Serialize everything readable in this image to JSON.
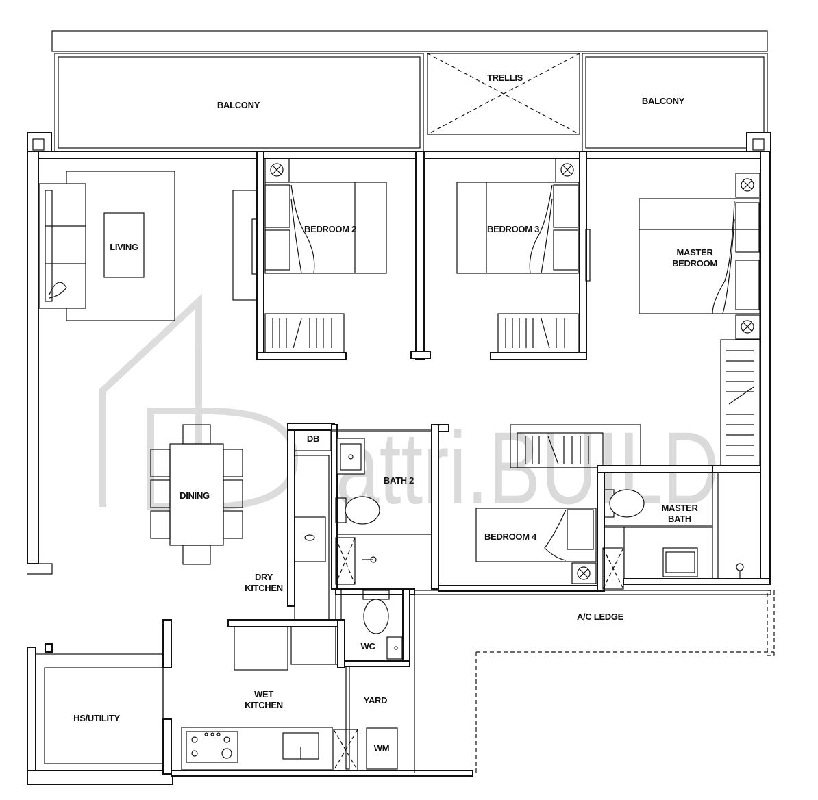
{
  "rooms": {
    "balcony_left": "BALCONY",
    "trellis": "TRELLIS",
    "balcony_right": "BALCONY",
    "living": "LIVING",
    "bedroom2": "BEDROOM 2",
    "bedroom3": "BEDROOM 3",
    "master_bedroom_line1": "MASTER",
    "master_bedroom_line2": "BEDROOM",
    "db": "DB",
    "bath2": "BATH 2",
    "dining": "DINING",
    "bedroom4": "BEDROOM 4",
    "master_bath_line1": "MASTER",
    "master_bath_line2": "BATH",
    "dry_kitchen_line1": "DRY",
    "dry_kitchen_line2": "KITCHEN",
    "wc": "WC",
    "ac_ledge": "A/C LEDGE",
    "hs_utility": "HS/UTILITY",
    "wet_kitchen_line1": "WET",
    "wet_kitchen_line2": "KITCHEN",
    "yard": "YARD",
    "wm": "WM"
  },
  "watermark": {
    "text": "attri.BUILD"
  }
}
